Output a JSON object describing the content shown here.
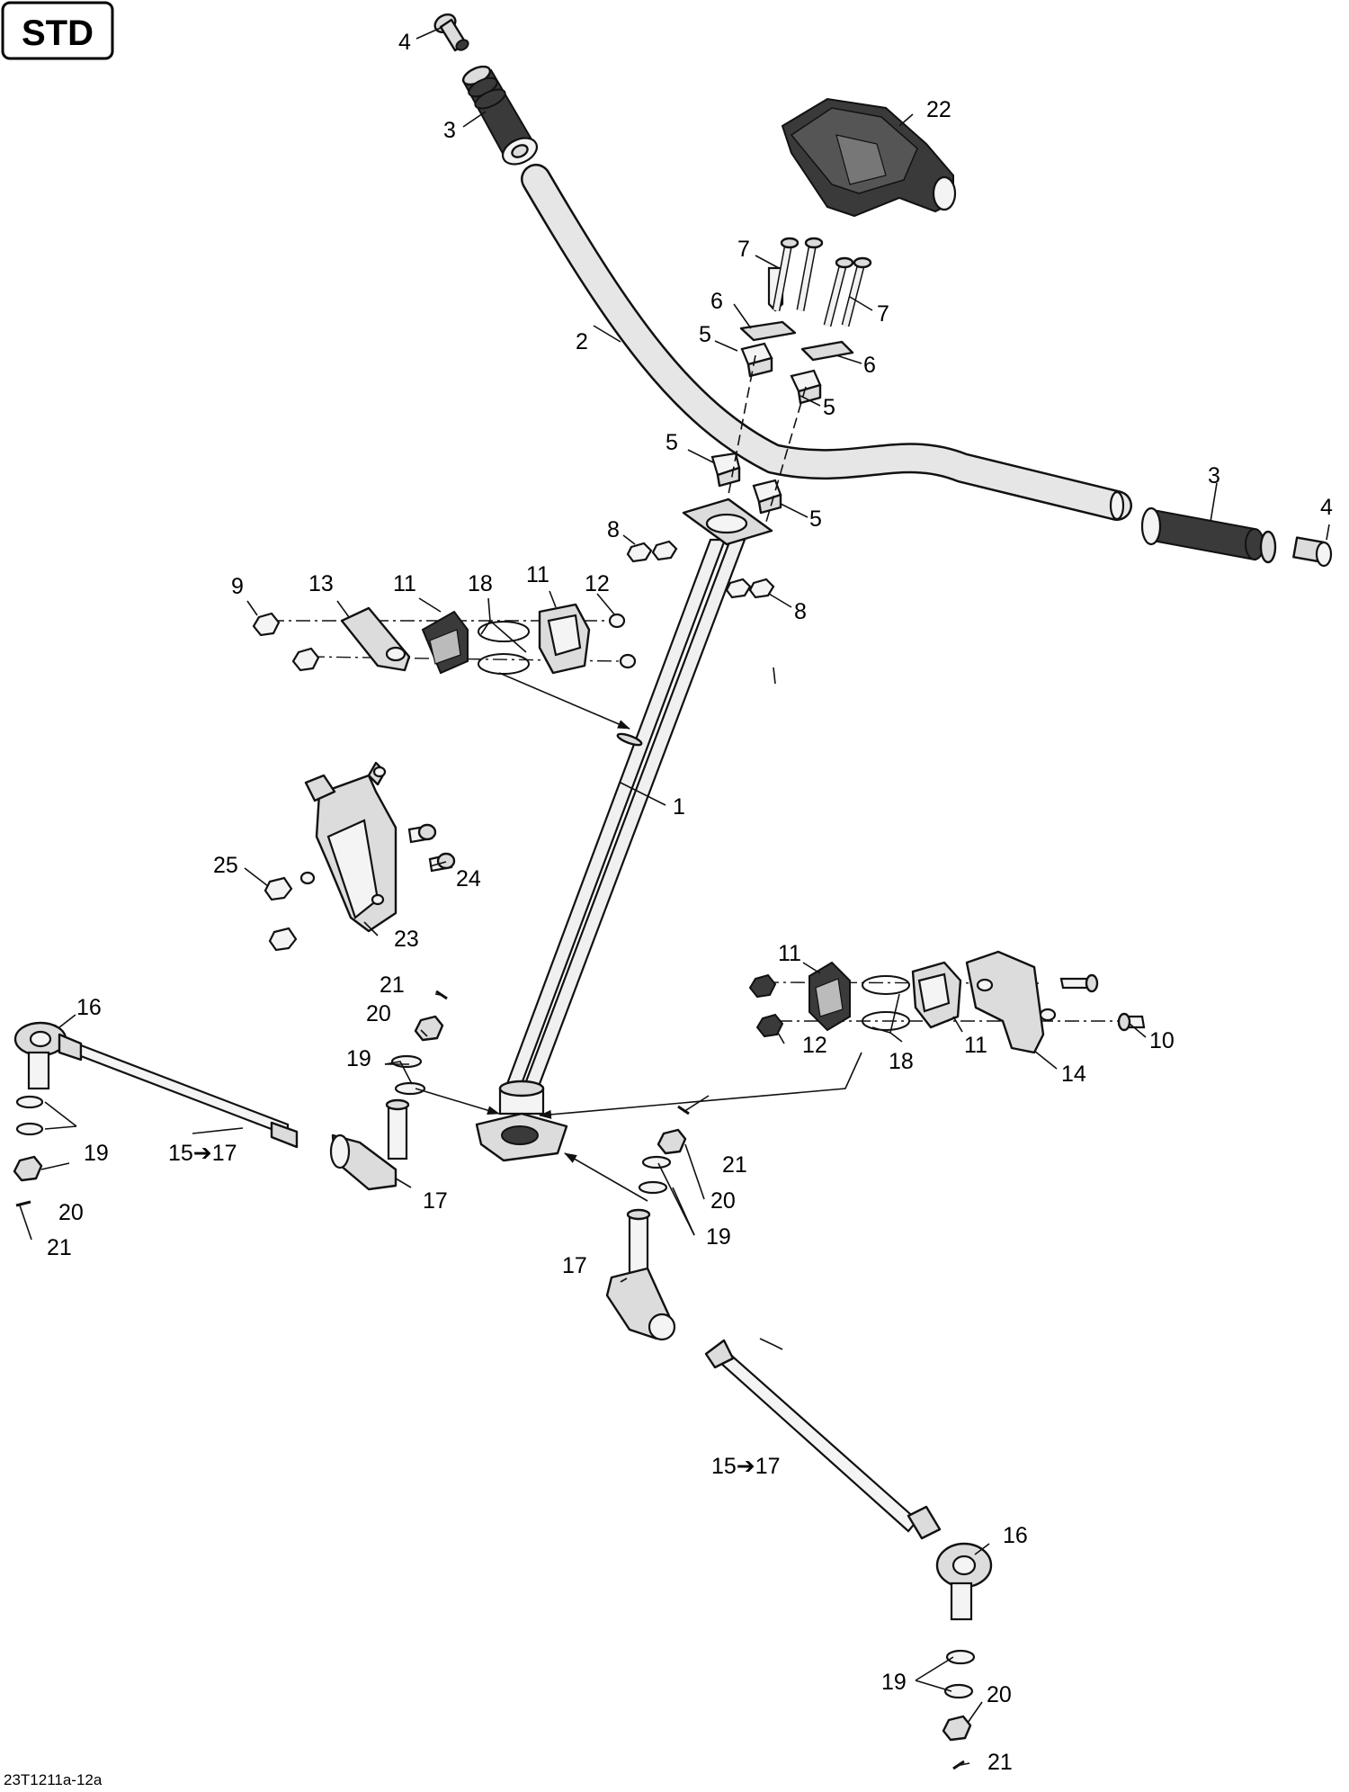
{
  "badge": "STD",
  "reference": "23T1211a-12a",
  "callouts": {
    "c1": "1",
    "c2": "2",
    "c3a": "3",
    "c3b": "3",
    "c4a": "4",
    "c4b": "4",
    "c5a": "5",
    "c5b": "5",
    "c5c": "5",
    "c5d": "5",
    "c6a": "6",
    "c6b": "6",
    "c7a": "7",
    "c7b": "7",
    "c8a": "8",
    "c8b": "8",
    "c9": "9",
    "c10": "10",
    "c11a": "11",
    "c11b": "11",
    "c11c": "11",
    "c11d": "11",
    "c12a": "12",
    "c12b": "12",
    "c13": "13",
    "c14": "14",
    "c15a": "15➔17",
    "c15b": "15➔17",
    "c16a": "16",
    "c16b": "16",
    "c17a": "17",
    "c17b": "17",
    "c18a": "18",
    "c18b": "18",
    "c19a": "19",
    "c19b": "19",
    "c19c": "19",
    "c19d": "19",
    "c20a": "20",
    "c20b": "20",
    "c20c": "20",
    "c20d": "20",
    "c21a": "21",
    "c21b": "21",
    "c21c": "21",
    "c21d": "21",
    "c22": "22",
    "c23": "23",
    "c24": "24",
    "c25": "25"
  }
}
